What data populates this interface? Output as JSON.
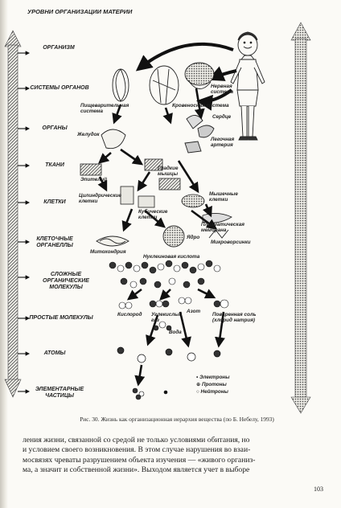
{
  "figure": {
    "axis_title": "УРОВНИ ОРГАНИЗАЦИИ МАТЕРИИ",
    "levels": [
      {
        "id": "organisms",
        "label": "ОРГАНИЗМ"
      },
      {
        "id": "organ-systems",
        "label": "СИСТЕМЫ ОРГАНОВ"
      },
      {
        "id": "organs",
        "label": "ОРГАНЫ"
      },
      {
        "id": "tissues",
        "label": "ТКАНИ"
      },
      {
        "id": "cells",
        "label": "КЛЕТКИ"
      },
      {
        "id": "organelles",
        "label": "КЛЕТОЧНЫЕ ОРГАНЕЛЛЫ"
      },
      {
        "id": "complex-molecules",
        "label": "СЛОЖНЫЕ ОРГАНИЧЕСКИЕ МОЛЕКУЛЫ"
      },
      {
        "id": "simple-molecules",
        "label": "ПРОСТЫЕ МОЛЕКУЛЫ"
      },
      {
        "id": "atoms",
        "label": "АТОМЫ"
      },
      {
        "id": "elementary-particles",
        "label": "ЭЛЕМЕНТАРНЫЕ ЧАСТИЦЫ"
      }
    ],
    "labels": {
      "nervous_system": "Нервная система",
      "circulatory_system": "Кровеносная система",
      "digestive_system": "Пищеварительная система",
      "heart": "Сердце",
      "stomach": "Желудок",
      "pulmonary_artery": "Легочная артерия",
      "epithelium": "Эпителий",
      "smooth_muscle": "Гладкие мышцы",
      "columnar_cells": "Цилиндрические клетки",
      "cuboidal_cells": "Кубические клетки",
      "muscle_cells": "Мышечные клетки",
      "plasma_membrane": "Плазматическая мембрана",
      "nucleus": "Ядро",
      "mitochondrion": "Митохондрия",
      "microvilli": "Микроворсинки",
      "nucleic_acid": "Нуклеиновая кислота",
      "oxygen": "Кислород",
      "carbon_dioxide": "Углекислый газ",
      "nitrogen": "Азот",
      "water": "Вода",
      "salt": "Поваренная соль (хлорид натрия)",
      "electrons": "• Электроны",
      "protons": "⊕ Протоны",
      "neutrons": "○ Нейтроны"
    }
  },
  "caption": "Рис. 30. Жизнь как организационная иерархия вещества (по Б. Небелу, 1993)",
  "body_lines": [
    "ления жизни, связанной со средой не только условиями обитания, но",
    "и условием своего возникновения. В этом случае нарушения во взаи-",
    "мосвязях чреваты разрушением объекта изучения — «живого организ-",
    "ма, а значит и собственной жизни». Выходом является учет в выборе"
  ],
  "page_number": "103"
}
